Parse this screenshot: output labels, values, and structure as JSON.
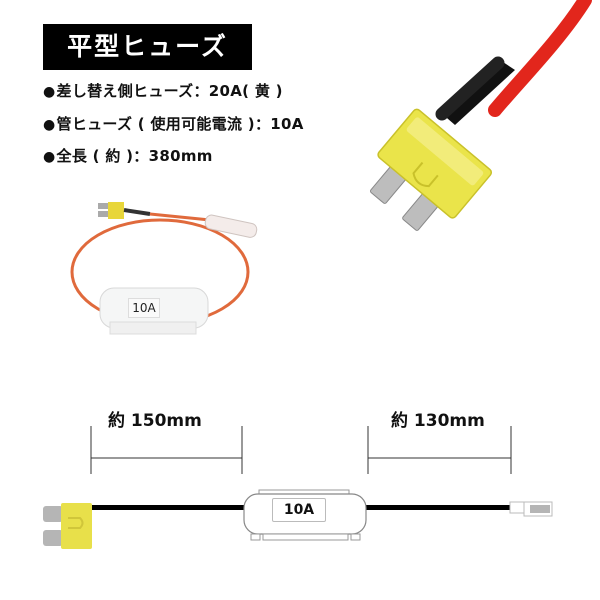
{
  "title": "平型ヒューズ",
  "specs": [
    {
      "bullet": "●",
      "text": "差し替え側ヒューズ：20A( 黄 )"
    },
    {
      "bullet": "●",
      "text": "管ヒューズ ( 使用可能電流 )：10A"
    },
    {
      "bullet": "●",
      "text": "全長 ( 約 )：380mm"
    }
  ],
  "photo": {
    "inline_fuse_label": "10A"
  },
  "diagram": {
    "left_length_label": "約 150mm",
    "right_length_label": "約 130mm",
    "fuse_holder_label": "10A"
  },
  "colors": {
    "title_bg": "#000000",
    "blade_fuse_yellow": "#e8e04a",
    "wire_red": "#e2261c",
    "wire_orange": "#e06a3c",
    "wire_black": "#000000",
    "terminal_gray": "#b5b5b5"
  }
}
